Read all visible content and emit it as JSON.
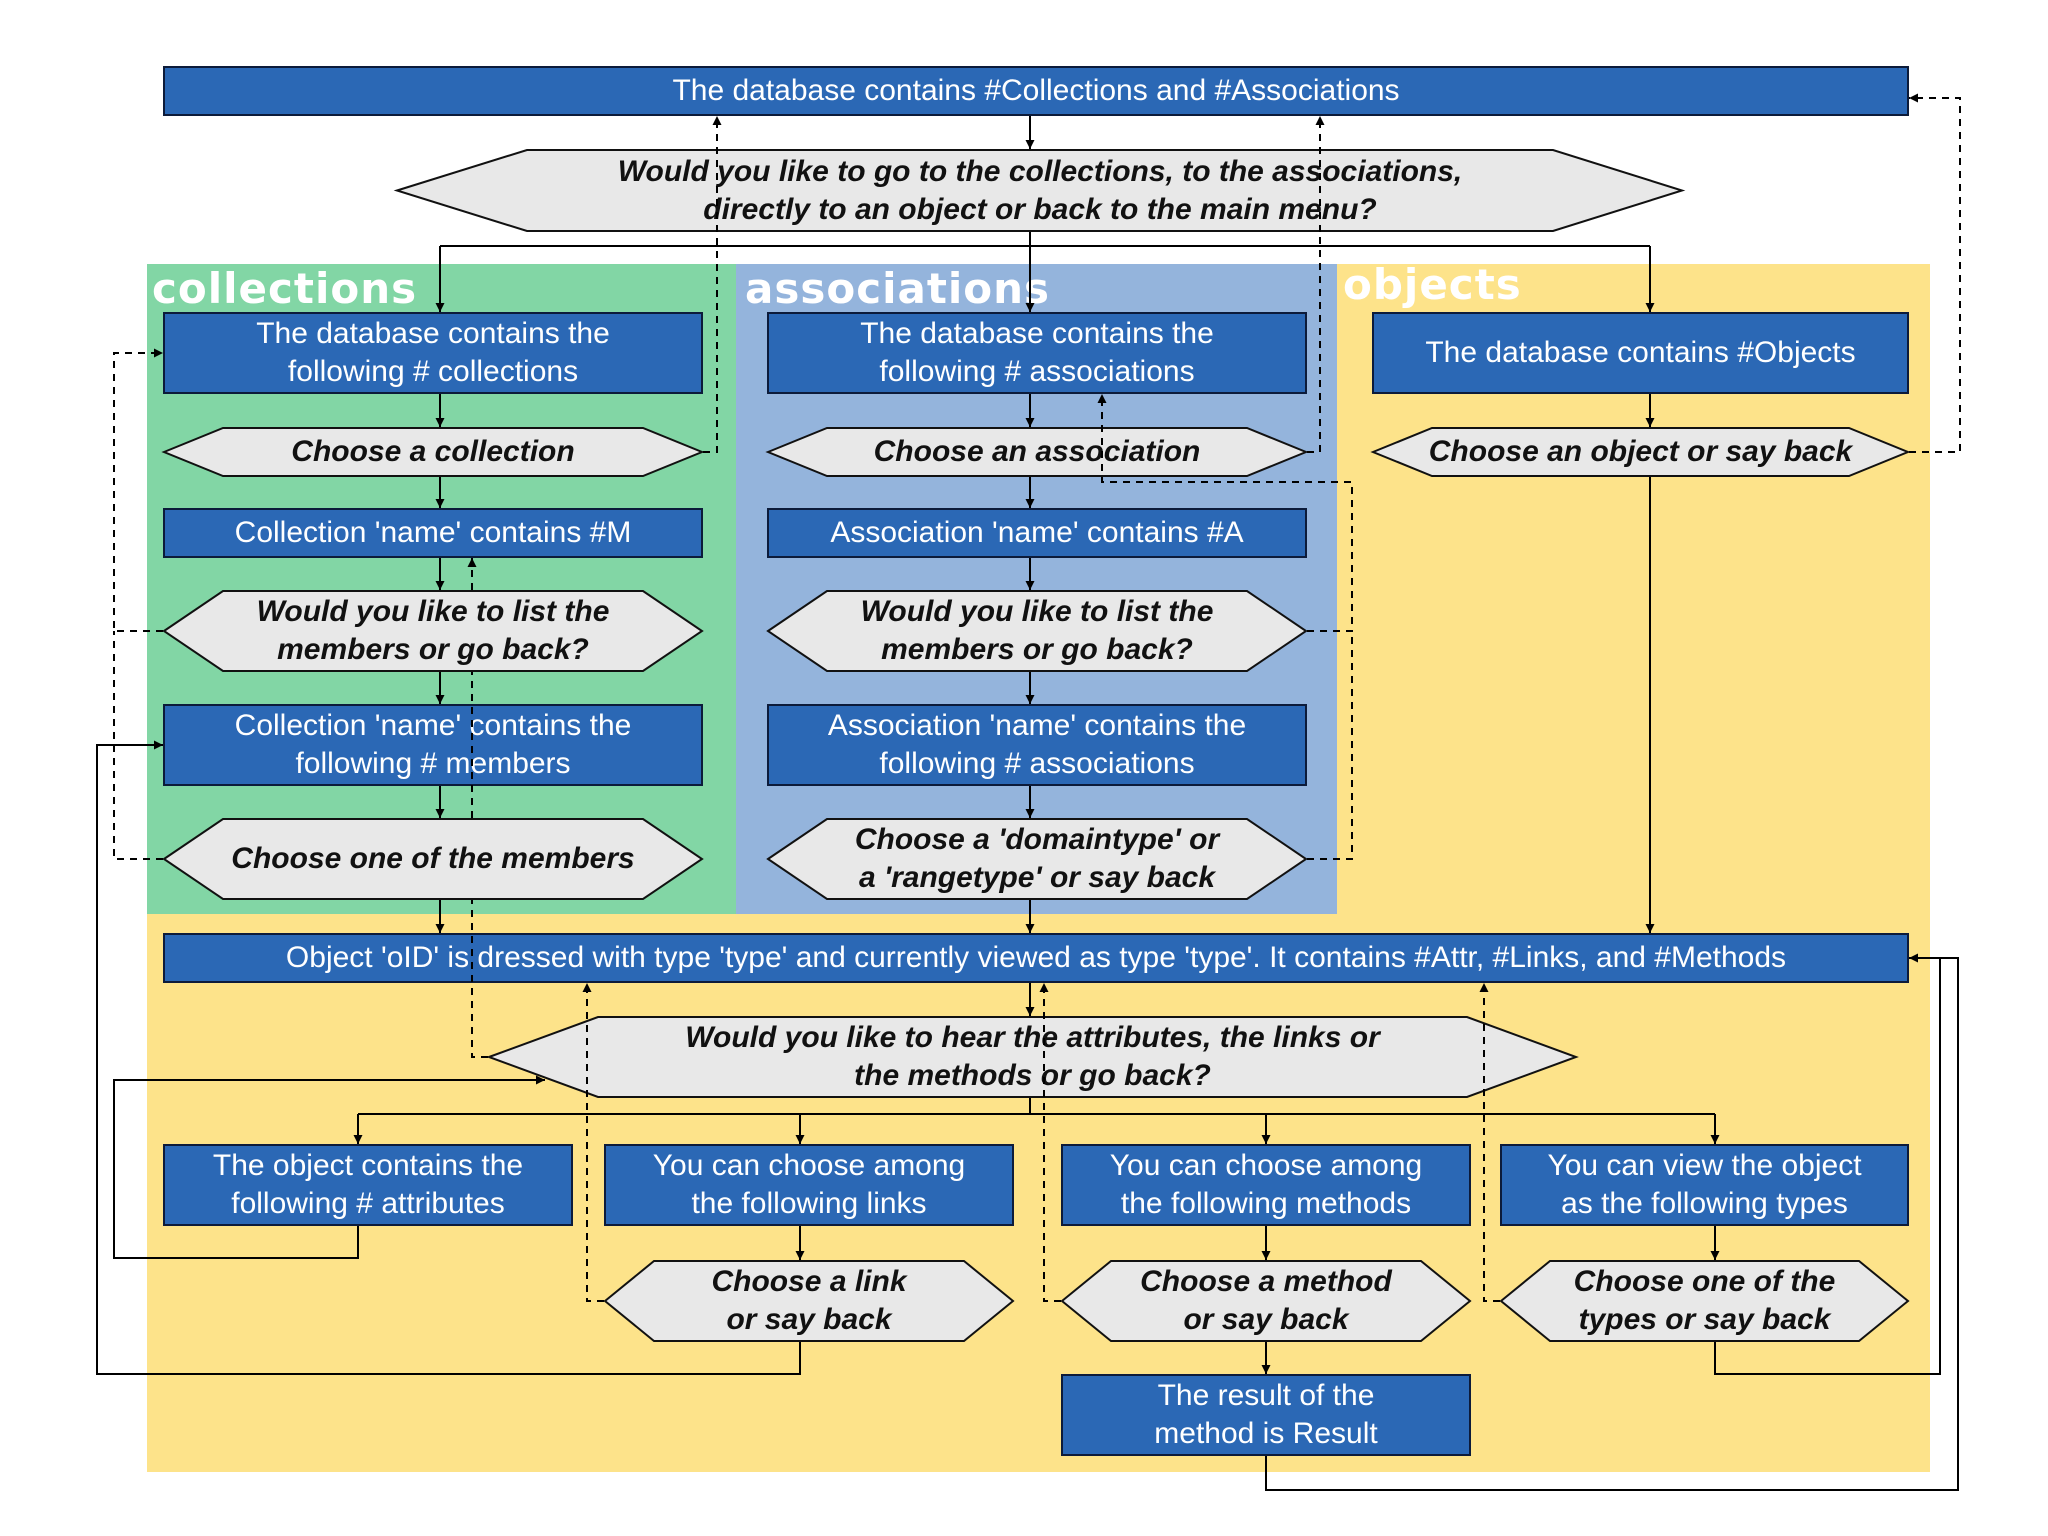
{
  "regions": {
    "collections": "collections",
    "associations": "associations",
    "objects": "objects"
  },
  "colors": {
    "collections_bg": "#82d6a5",
    "associations_bg": "#94b4dc",
    "objects_bg": "#fde38a",
    "process_box": "#2b68b5",
    "decision_fill": "#e8e8e8"
  },
  "nodes": {
    "top_db": "The database  contains #Collections and #Associations",
    "main_question": "Would you like to go to the collections, to the associations,\ndirectly to an object or back to the main menu?",
    "coll_list": "The database contains the\nfollowing # collections",
    "coll_choose": "Choose a collection",
    "coll_name": "Collection 'name' contains #M",
    "coll_list_q": "Would you like to list the\nmembers or go back?",
    "coll_members": "Collection 'name' contains the\nfollowing # members",
    "coll_choose_member": "Choose one of the members",
    "assoc_list": "The database contains the\nfollowing # associations",
    "assoc_choose": "Choose an association",
    "assoc_name": "Association 'name' contains #A",
    "assoc_list_q": "Would you like to list the\nmembers or go back?",
    "assoc_members": "Association 'name' contains the\nfollowing # associations",
    "assoc_choose_type": "Choose a 'domaintype' or\na 'rangetype' or say back",
    "obj_db": "The database contains #Objects",
    "obj_choose": "Choose an object or say back",
    "object_bar": "Object 'oID' is dressed with type 'type' and currently viewed as type 'type'. It contains #Attr, #Links, and #Methods",
    "obj_question": "Would you like to hear the attributes, the links or\nthe methods or go back?",
    "attrs": "The object contains the\nfollowing # attributes",
    "links": "You can choose among\nthe following links",
    "methods": "You can choose among\nthe following methods",
    "types": "You can view the object\nas the following types",
    "choose_link": "Choose a link\nor say back",
    "choose_method": "Choose a method\nor say back",
    "choose_type": "Choose one of the\ntypes or say back",
    "result": "The result of the\nmethod is Result"
  }
}
